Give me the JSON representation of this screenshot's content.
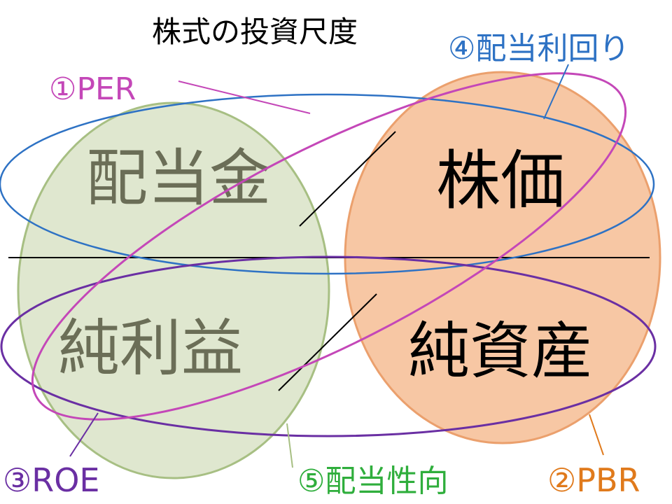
{
  "title": "株式の投資尺度",
  "terms": {
    "dividend": "配当金",
    "stock_price": "株価",
    "net_income": "純利益",
    "net_assets": "純資産"
  },
  "labels": {
    "per": "①PER",
    "pbr": "②PBR",
    "roe": "③ROE",
    "dividend_yield": "④配当利回り",
    "payout_ratio": "⑤配当性向"
  },
  "colors": {
    "left_circle_fill": "#dfe7cf",
    "left_circle_stroke": "#a7bf83",
    "right_circle_fill": "#f7c7a4",
    "right_circle_stroke": "#eba06d",
    "left_term_text": "#6b6e57",
    "right_term_text": "#000000",
    "per": "#c447b8",
    "pbr": "#e07a1c",
    "roe": "#6a2fa3",
    "dividend_yield": "#2e72c4",
    "payout_ratio": "#2fae3c"
  }
}
